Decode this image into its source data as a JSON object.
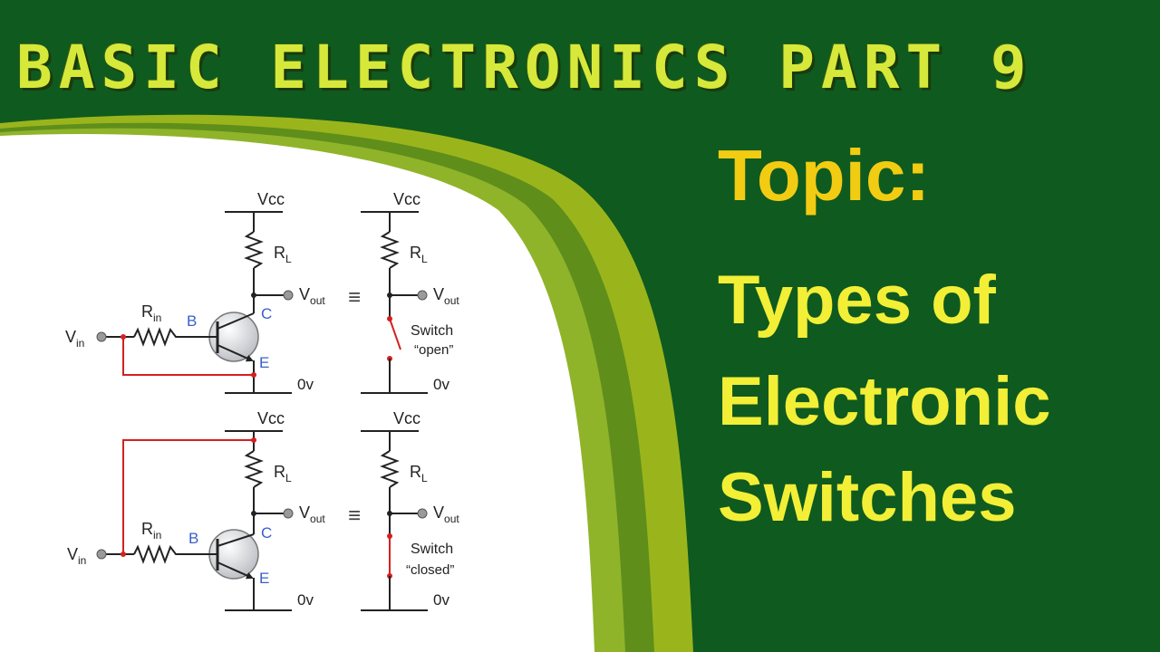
{
  "header": {
    "title": "BASIC ELECTRONICS PART 9"
  },
  "topic": {
    "label": "Topic:",
    "lines": [
      "Types of",
      "Electronic",
      "Switches"
    ]
  },
  "diagram": {
    "vcc": "Vcc",
    "rl_main": "R",
    "rl_sub": "L",
    "rin_main": "R",
    "rin_sub": "in",
    "vin_main": "V",
    "vin_sub": "in",
    "vout_main": "V",
    "vout_sub": "out",
    "base": "B",
    "collector": "C",
    "emitter": "E",
    "ground": "0v",
    "equiv": "≡",
    "switch_word": "Switch",
    "open_state": "“open”",
    "closed_state": "“closed”"
  },
  "colors": {
    "background_green": "#0f5a1f",
    "arc_lime": "#9ab51c",
    "arc_dark": "#5f8e1b",
    "title_yellow": "#d6e83a",
    "topic_yellow": "#f2cc12",
    "text_yellow": "#f2ef36",
    "wire_red": "#d42020",
    "label_blue": "#3a5fcd"
  }
}
